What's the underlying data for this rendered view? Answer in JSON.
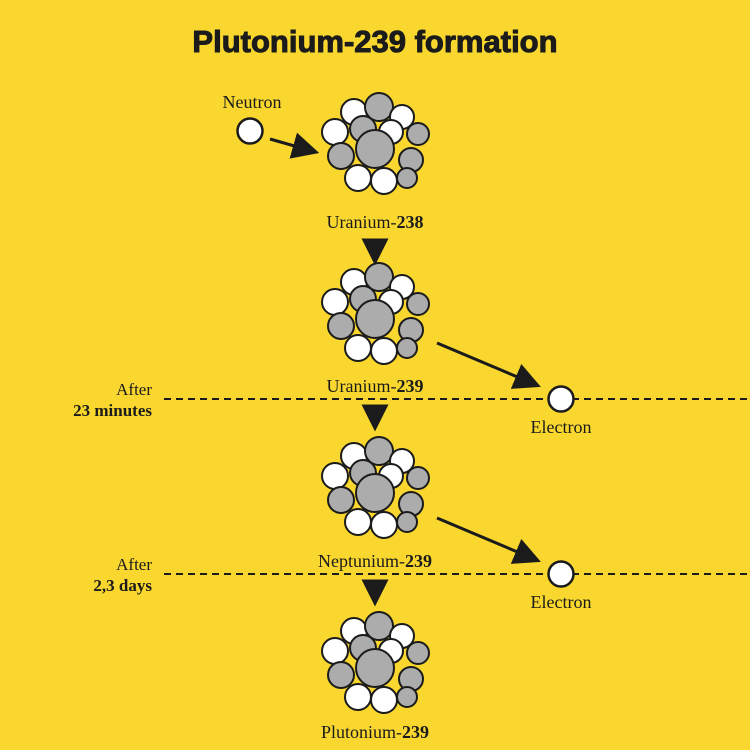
{
  "title": "Plutonium-239 formation",
  "colors": {
    "background": "#F9D72F",
    "nucleon_gray": "#ACACAC",
    "nucleon_white": "#FFFFFF",
    "ink": "#1B1B1B"
  },
  "neutron": {
    "label": "Neutron"
  },
  "stages": {
    "uranium238": {
      "name": "Uranium-",
      "mass": "238"
    },
    "uranium239": {
      "name": "Uranium-",
      "mass": "239"
    },
    "neptunium239": {
      "name": "Neptunium-",
      "mass": "239"
    },
    "plutonium239": {
      "name": "Plutonium-",
      "mass": "239"
    }
  },
  "decays": {
    "first": {
      "after": "After",
      "time": "23 minutes",
      "emits": "Electron"
    },
    "second": {
      "after": "After",
      "time": "2,3 days",
      "emits": "Electron"
    }
  }
}
